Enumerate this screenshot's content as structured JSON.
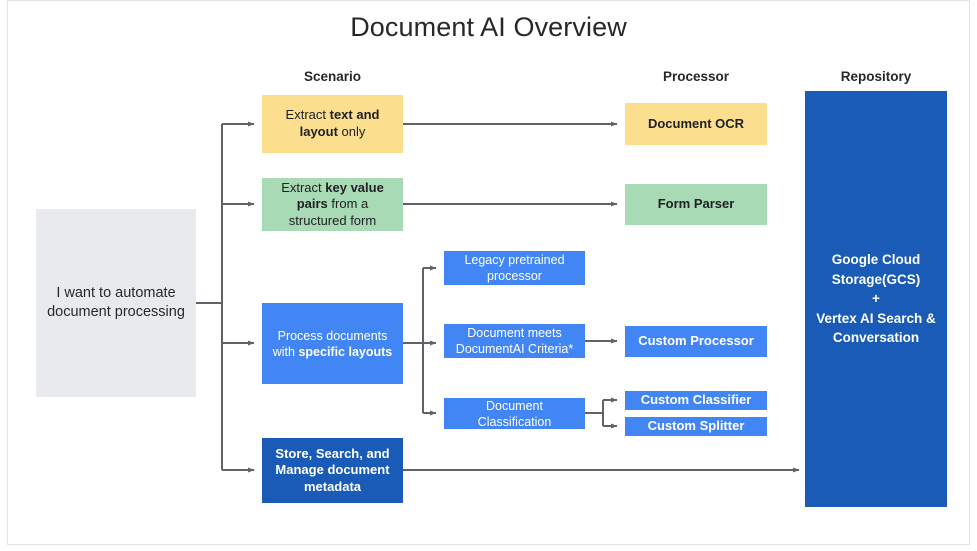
{
  "page": {
    "title": "Document AI Overview",
    "background": "#ffffff",
    "border_color": "#e3e3e3"
  },
  "columns": [
    {
      "id": "scenario",
      "label": "Scenario"
    },
    {
      "id": "processor",
      "label": "Processor"
    },
    {
      "id": "repository",
      "label": "Repository"
    }
  ],
  "colors": {
    "yellow": "#fcdf8e",
    "green": "#a8dab5",
    "blue": "#4285f4",
    "dark_blue": "#1a5bb8",
    "grey": "#e8eaed",
    "text_dark": "#202124",
    "connector": "#5f6368"
  },
  "nodes": {
    "intent": {
      "label": "I want to automate document processing",
      "color": "#e8eaed"
    },
    "scenario_ocr": {
      "label_pre": "Extract ",
      "label_bold": "text and layout",
      "label_post": " only",
      "color": "#fcdf8e"
    },
    "scenario_form": {
      "label_pre": "Extract ",
      "label_bold": "key value pairs",
      "label_post": " from a structured form",
      "color": "#a8dab5"
    },
    "scenario_custom": {
      "label_pre": "Process documents with ",
      "label_bold": "specific layouts",
      "label_post": "",
      "color": "#4285f4"
    },
    "scenario_store": {
      "label_pre": "",
      "label_bold": "Store, Search, and Manage",
      "label_post": " document metadata",
      "color": "#1a5bb8"
    },
    "mid_legacy": {
      "label": "Legacy pretrained processor",
      "color": "#4285f4"
    },
    "mid_criteria": {
      "label": "Document meets DocumentAI Criteria*",
      "color": "#4285f4"
    },
    "mid_classification": {
      "label": "Document Classification",
      "color": "#4285f4"
    },
    "proc_document_ocr": {
      "label": "Document OCR",
      "color": "#fcdf8e"
    },
    "proc_form_parser": {
      "label": "Form Parser",
      "color": "#a8dab5"
    },
    "proc_custom_processor": {
      "label": "Custom Processor",
      "color": "#4285f4"
    },
    "proc_custom_classifier": {
      "label": "Custom Classifier",
      "color": "#4285f4"
    },
    "proc_custom_splitter": {
      "label": "Custom Splitter",
      "color": "#4285f4"
    },
    "repository": {
      "line1": "Google Cloud",
      "line2": "Storage(GCS)",
      "line3": "+",
      "line4": "Vertex AI Search &",
      "line5": "Conversation",
      "color": "#1a5bb8"
    }
  }
}
